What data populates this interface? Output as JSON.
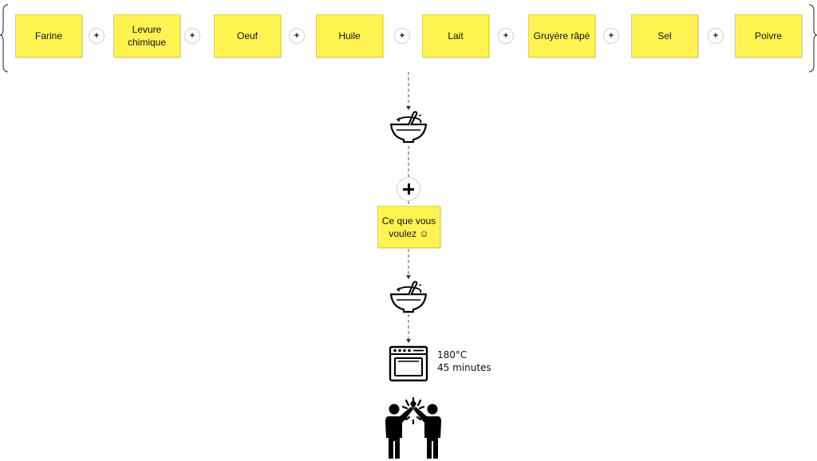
{
  "ingredients": [
    "Farine",
    "Levure chimique",
    "Oeuf",
    "Huile",
    "Lait",
    "Gruyère râpé",
    "Sel",
    "Poivre"
  ],
  "plus_symbol": "+",
  "extra_note": "Ce que vous voulez ☺",
  "oven": {
    "temperature": "180°C",
    "duration": "45 minutes"
  },
  "icons": {
    "mix1": "mixing-bowl-icon",
    "mix2": "mixing-bowl-icon",
    "plus": "plus-icon",
    "oven": "oven-icon",
    "celebrate": "high-five-icon"
  },
  "colors": {
    "sticky_note": "#fff352",
    "line": "#555555",
    "icon": "#000000"
  }
}
